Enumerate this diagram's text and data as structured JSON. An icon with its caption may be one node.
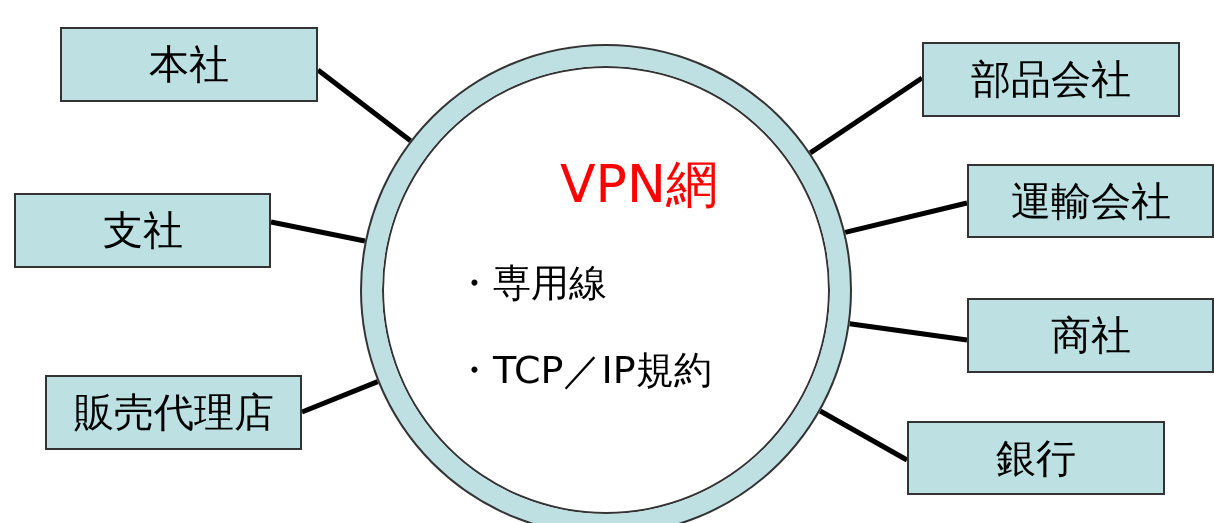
{
  "diagram": {
    "nodes": [
      {
        "text": [
          "VPN網",
          "・専用線",
          "・TCP／IP規約"
        ]
      },
      {
        "text": [
          "本社"
        ]
      },
      {
        "text": [
          "支社"
        ]
      },
      {
        "text": [
          "販売代理店"
        ]
      },
      {
        "text": [
          "部品会社"
        ]
      },
      {
        "text": [
          "運輸会社"
        ]
      },
      {
        "text": [
          "商社"
        ]
      },
      {
        "text": [
          "銀行"
        ]
      }
    ],
    "edges": [
      {
        "from": 1,
        "to": 0,
        "arrow": "none"
      },
      {
        "from": 2,
        "to": 0,
        "arrow": "none"
      },
      {
        "from": 3,
        "to": 0,
        "arrow": "none"
      },
      {
        "from": 4,
        "to": 0,
        "arrow": "none"
      },
      {
        "from": 5,
        "to": 0,
        "arrow": "none"
      },
      {
        "from": 6,
        "to": 0,
        "arrow": "none"
      },
      {
        "from": 7,
        "to": 0,
        "arrow": "none"
      }
    ]
  }
}
